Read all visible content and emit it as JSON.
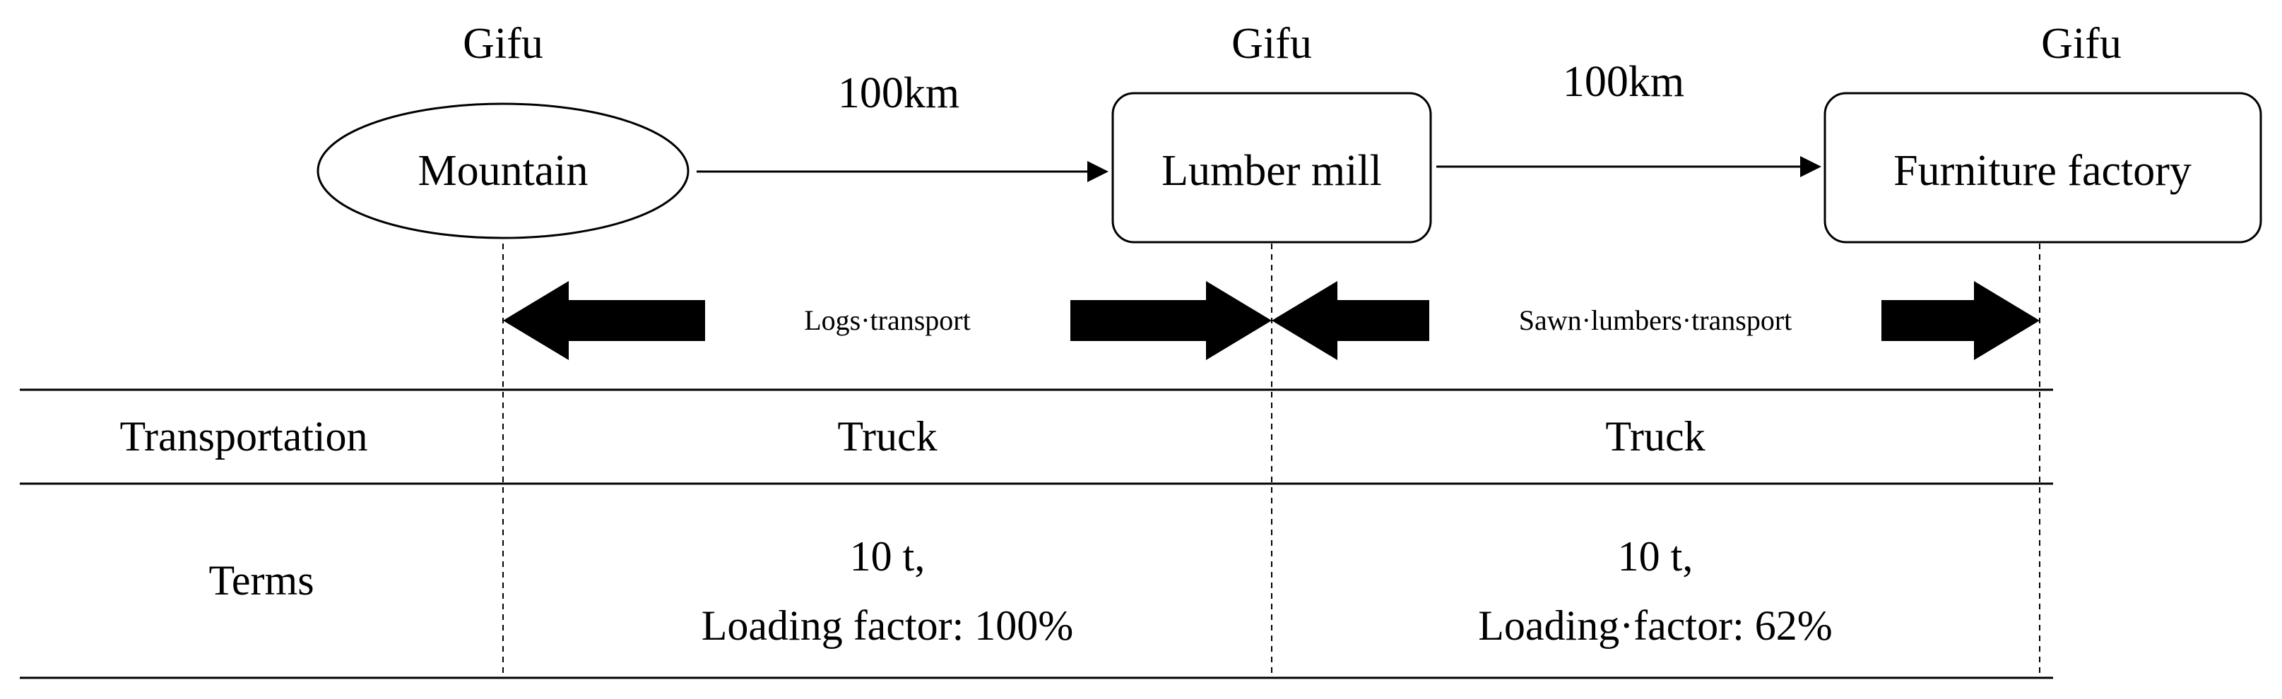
{
  "nodes": [
    {
      "id": "mountain",
      "label": "Mountain",
      "region": "Gifu",
      "shape": "ellipse"
    },
    {
      "id": "lumber-mill",
      "label": "Lumber mill",
      "region": "Gifu",
      "shape": "rounded-rect"
    },
    {
      "id": "furniture-factory",
      "label": "Furniture factory",
      "region": "Gifu",
      "shape": "rounded-rect"
    }
  ],
  "edges": [
    {
      "from": "mountain",
      "to": "lumber-mill",
      "distance": "100km"
    },
    {
      "from": "lumber-mill",
      "to": "furniture-factory",
      "distance": "100km"
    }
  ],
  "transport_arrows": [
    {
      "label": "Logs·transport"
    },
    {
      "label": "Sawn·lumbers·transport"
    }
  ],
  "table": {
    "rows": [
      {
        "header": "Transportation",
        "cells": [
          "Truck",
          "Truck"
        ]
      },
      {
        "header": "Terms",
        "cells": [
          {
            "line1": "10 t,",
            "line2": "Loading factor: 100%"
          },
          {
            "line1": "10 t,",
            "line2": "Loading·factor: 62%"
          }
        ]
      }
    ]
  }
}
